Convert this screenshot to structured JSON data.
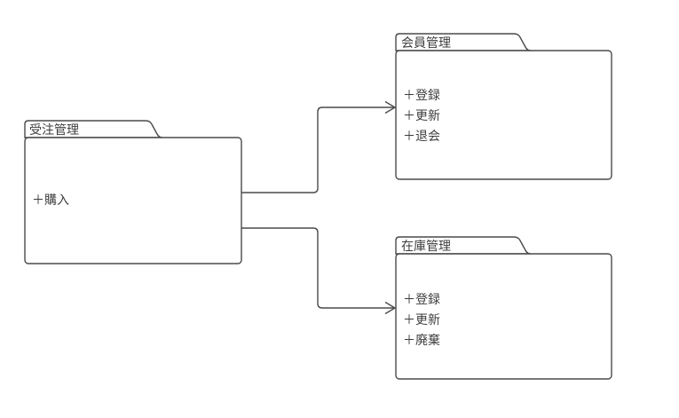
{
  "diagram": {
    "kind": "uml-package-diagram",
    "background_color": "#ffffff",
    "stroke_color": "#4a4a4a",
    "text_color": "#3d3d3d",
    "packages": [
      {
        "id": "order",
        "name": "受注管理",
        "members": [
          "＋購入"
        ]
      },
      {
        "id": "member",
        "name": "会員管理",
        "members": [
          "＋登録",
          "＋更新",
          "＋退会"
        ]
      },
      {
        "id": "inventory",
        "name": "在庫管理",
        "members": [
          "＋登録",
          "＋更新",
          "＋廃棄"
        ]
      }
    ],
    "connections": [
      {
        "from": "受注管理",
        "to": "会員管理",
        "style": "orthogonal, open arrowhead"
      },
      {
        "from": "受注管理",
        "to": "在庫管理",
        "style": "orthogonal, open arrowhead"
      }
    ]
  }
}
